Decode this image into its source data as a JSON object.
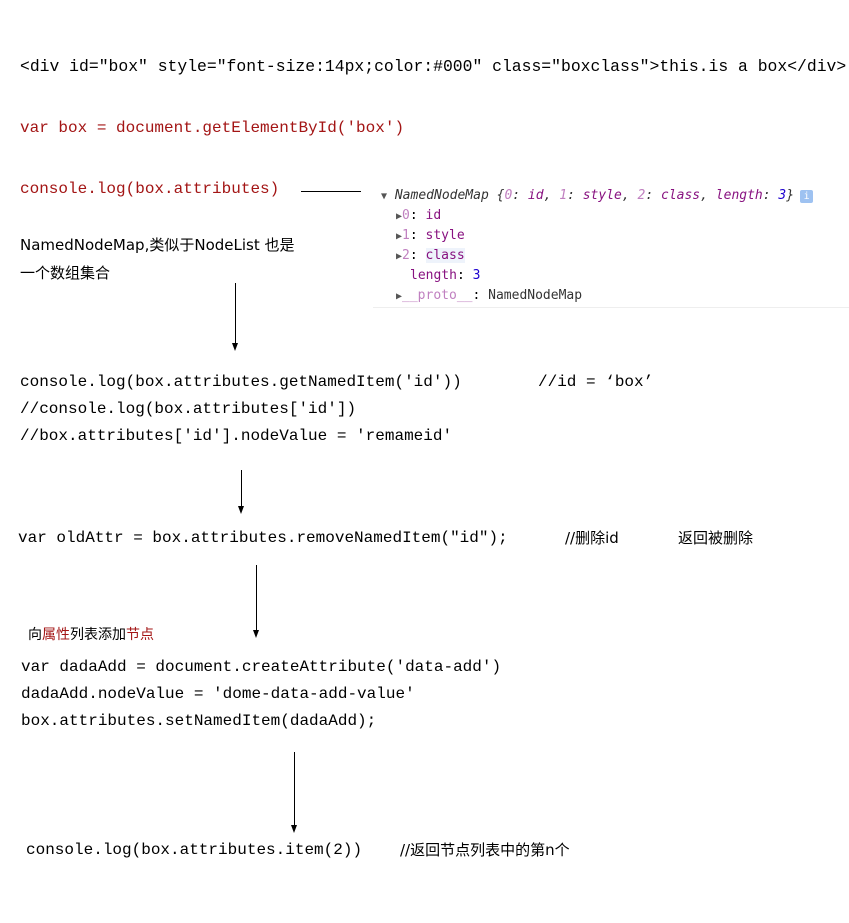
{
  "lines": {
    "div_html": "<div id=\"box\" style=\"font-size:14px;color:#000\" class=\"boxclass\">this.is a box</div>",
    "var_box": "var box = document.getElementById('box')",
    "console_log": "console.log(box.attributes)",
    "note1_a": "NamedNodeMap,类似于NodeList 也是",
    "note1_b": "一个数组集合",
    "get_named": "console.log(box.attributes.getNamedItem('id'))",
    "get_named_comment": "//id = ‘box’",
    "comment_bracket": "//console.log(box.attributes['id'])",
    "comment_rename": "//box.attributes['id'].nodeValue = 'remameid'",
    "remove": "var oldAttr = box.attributes.removeNamedItem(\"id\");",
    "remove_comment": "//删除id",
    "remove_note": "返回被删除",
    "add_heading": [
      "向",
      "属性",
      "列表添加",
      "节点"
    ],
    "create": "var dadaAdd = document.createAttribute('data-add')",
    "node_value": "dadaAdd.nodeValue = 'dome-data-add-value'",
    "set_named": "box.attributes.setNamedItem(dadaAdd);",
    "item": "console.log(box.attributes.item(2))",
    "item_comment": "//返回节点列表中的第n个"
  },
  "console": {
    "header_name": "NamedNodeMap",
    "header_body": [
      "{",
      "0",
      ": ",
      "id",
      ", ",
      "1",
      ": ",
      "style",
      ", ",
      "2",
      ": ",
      "class",
      ", ",
      "length",
      ": ",
      "3",
      "}"
    ],
    "info_icon": "i",
    "entries": [
      {
        "key": "0",
        "value": "id"
      },
      {
        "key": "1",
        "value": "style"
      },
      {
        "key": "2",
        "value": "class"
      }
    ],
    "length_key": "length",
    "length_value": "3",
    "proto_key": "__proto__",
    "proto_value": "NamedNodeMap"
  }
}
